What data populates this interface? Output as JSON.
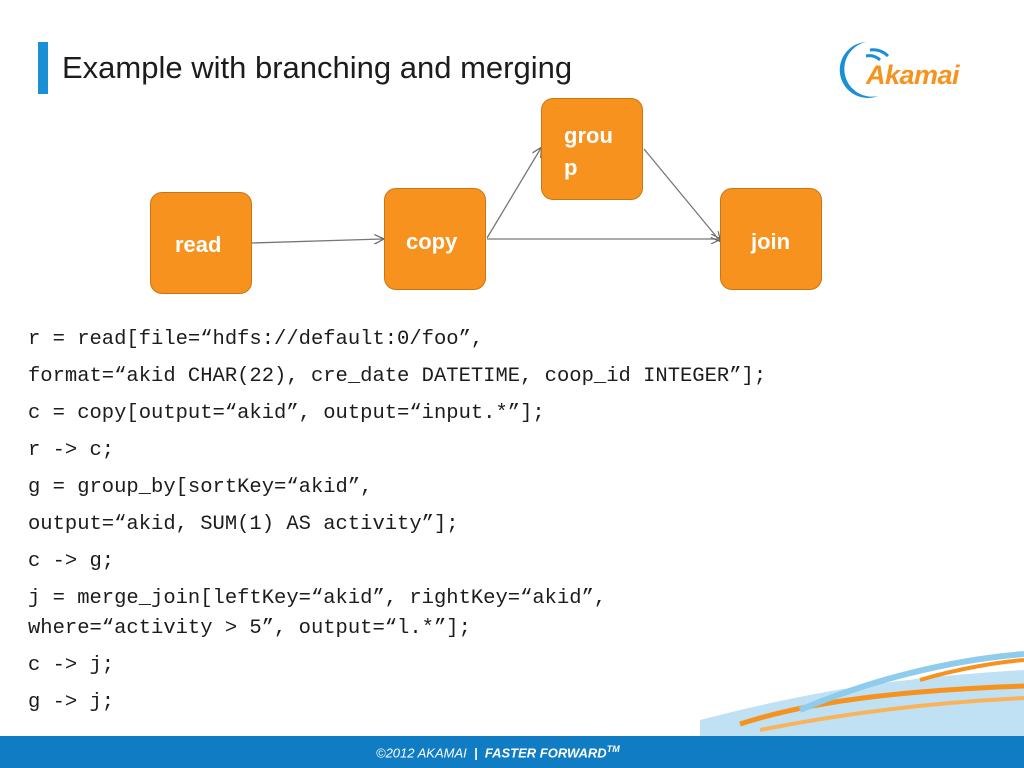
{
  "slide": {
    "title": "Example with branching and merging",
    "logo_text": "Akamai"
  },
  "diagram": {
    "nodes": {
      "read": "read",
      "copy": "copy",
      "group_line1": "grou",
      "group_line2": "p",
      "join": "join"
    }
  },
  "code": {
    "lines": [
      "r = read[file=“hdfs://default:0/foo”,",
      "format=“akid CHAR(22), cre_date DATETIME, coop_id INTEGER”];",
      "c = copy[output=“akid”, output=“input.*”];",
      "r -> c;",
      "g = group_by[sortKey=“akid”,",
      "output=“akid, SUM(1) AS activity”];",
      "c -> g;",
      "j = merge_join[leftKey=“akid”, rightKey=“akid”,",
      "where=“activity > 5”, output=“l.*”];",
      "c -> j;",
      "g -> j;"
    ]
  },
  "footer": {
    "copyright": "©2012 AKAMAI",
    "separator": "|",
    "tagline": "FASTER FORWARD",
    "trademark": "TM"
  },
  "colors": {
    "accent_blue": "#1a8fd6",
    "node_orange": "#f7921e",
    "footer_blue": "#0f7cc4"
  }
}
